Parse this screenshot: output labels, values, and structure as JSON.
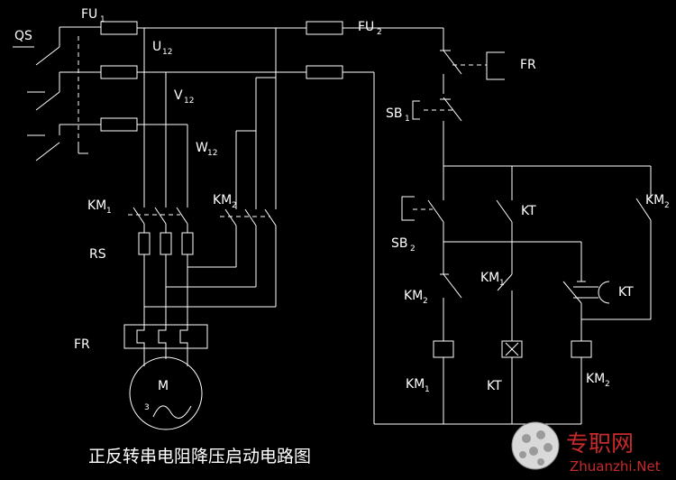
{
  "labels": {
    "qs": "QS",
    "fu1": "FU",
    "fu1_sub": "1",
    "fu2": "FU",
    "fu2_sub": "2",
    "u12": "U",
    "u12_sub": "12",
    "v12": "V",
    "v12_sub": "12",
    "w12": "W",
    "w12_sub": "12",
    "km1_main": "KM",
    "km1_main_sub": "1",
    "km2_main": "KM",
    "km2_main_sub": "2",
    "rs": "RS",
    "fr_main": "FR",
    "motor_m": "M",
    "motor_3": "3",
    "fr_ctrl": "FR",
    "sb1": "SB",
    "sb1_sub": "1",
    "sb2": "SB",
    "sb2_sub": "2",
    "kt_contact": "KT",
    "km2_far": "KM",
    "km2_far_sub": "2",
    "km2_interlock": "KM",
    "km2_interlock_sub": "2",
    "km1_interlock": "KM",
    "km1_interlock_sub": "1",
    "kt_timed": "KT",
    "km1_coil": "KM",
    "km1_coil_sub": "1",
    "kt_coil": "KT",
    "km2_coil": "KM",
    "km2_coil_sub": "2"
  },
  "title": "正反转串电阻降压启动电路图",
  "watermark": {
    "cn": "专职网",
    "url": "Zhuanzhi.Net"
  }
}
